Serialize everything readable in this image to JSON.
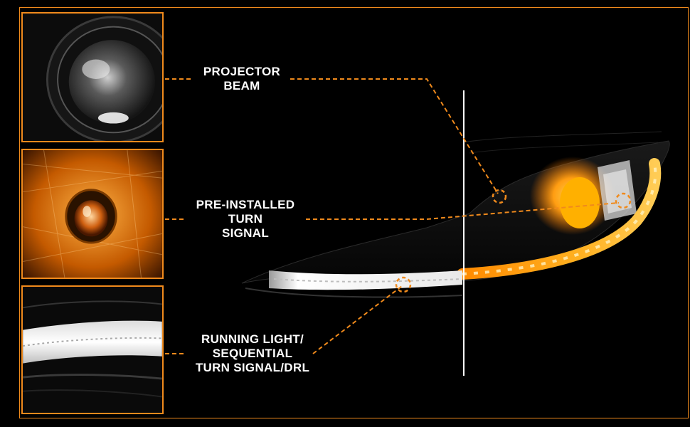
{
  "callouts": {
    "projector": {
      "line1": "PROJECTOR",
      "line2": "BEAM"
    },
    "turn_signal": {
      "line1": "PRE-INSTALLED",
      "line2": "TURN",
      "line3": "SIGNAL"
    },
    "running_light": {
      "line1": "RUNNING LIGHT/",
      "line2": "SEQUENTIAL",
      "line3": "TURN SIGNAL/DRL"
    }
  },
  "colors": {
    "accent": "#f08a1c",
    "background": "#000000",
    "label_text": "#ffffff",
    "amber_light": "#ffa726",
    "white_light": "#ffffff"
  },
  "icons": {
    "marker": "dashed-circle-marker",
    "leader": "dashed-leader-line"
  }
}
